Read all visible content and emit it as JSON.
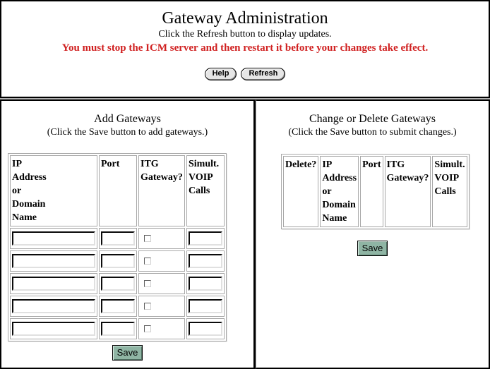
{
  "header": {
    "title": "Gateway Administration",
    "subtitle": "Click the Refresh button to display updates.",
    "warning": "You must stop the ICM server and then restart it before your changes take effect.",
    "help_label": "Help",
    "refresh_label": "Refresh"
  },
  "add_gateways": {
    "title": "Add Gateways",
    "instructions": "(Click the Save button to add gateways.)",
    "columns": {
      "address": [
        "IP",
        "Address",
        "or",
        "Domain",
        "Name"
      ],
      "port": [
        "Port"
      ],
      "itg": [
        "ITG",
        "Gateway?"
      ],
      "calls": [
        "Simult.",
        "VOIP",
        "Calls"
      ]
    },
    "rows": [
      {
        "address": "",
        "port": "",
        "itg_checked": false,
        "calls": ""
      },
      {
        "address": "",
        "port": "",
        "itg_checked": false,
        "calls": ""
      },
      {
        "address": "",
        "port": "",
        "itg_checked": false,
        "calls": ""
      },
      {
        "address": "",
        "port": "",
        "itg_checked": false,
        "calls": ""
      },
      {
        "address": "",
        "port": "",
        "itg_checked": false,
        "calls": ""
      }
    ],
    "save_label": "Save"
  },
  "change_gateways": {
    "title": "Change or Delete Gateways",
    "instructions": "(Click the Save button to submit changes.)",
    "columns": {
      "delete": [
        "Delete?"
      ],
      "address": [
        "IP",
        "Address",
        "or",
        "Domain",
        "Name"
      ],
      "port": [
        "Port"
      ],
      "itg": [
        "ITG",
        "Gateway?"
      ],
      "calls": [
        "Simult.",
        "VOIP",
        "Calls"
      ]
    },
    "save_label": "Save"
  },
  "colors": {
    "warning": "#d02020",
    "save_button": "#8fb5a4",
    "pill_button": "#e6e6e6"
  }
}
